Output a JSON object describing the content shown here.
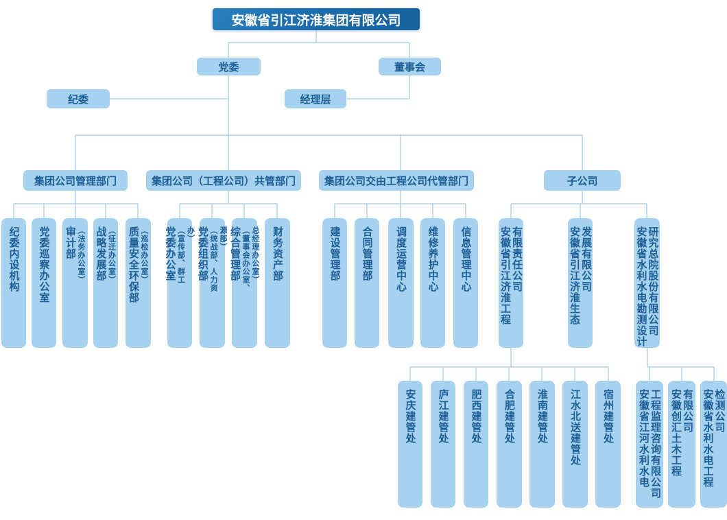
{
  "title": {
    "label": "安徽省引江济淮集团有限公司"
  },
  "top_nodes": {
    "party_committee": "党委",
    "board": "董事会",
    "discipline_committee": "纪委",
    "management": "经理层"
  },
  "branches": [
    {
      "header": "集团公司管理部门",
      "departments": [
        {
          "name": "纪委内设机构"
        },
        {
          "name": "党委巡察办公室"
        },
        {
          "name": "审计部",
          "annotation": "（法务办公室）"
        },
        {
          "name": "战略发展部",
          "annotation": "（征迁办公室）"
        },
        {
          "name": "质量安全环保部",
          "annotation": "（巡检办公室）"
        }
      ]
    },
    {
      "header": "集团公司（工程公司）共管部门",
      "departments": [
        {
          "name": "党委办公室",
          "annotation": "（宣传部、群工办）"
        },
        {
          "name": "党委组织部",
          "annotation": "（统战部、人力资源部）"
        },
        {
          "name": "综合管理部",
          "annotation": "（董事会办公室、总经理办公室）"
        },
        {
          "name": "财务资产部"
        }
      ]
    },
    {
      "header": "集团公司交由工程公司代管部门",
      "departments": [
        {
          "name": "建设管理部"
        },
        {
          "name": "合同管理部"
        },
        {
          "name": "调度运营中心"
        },
        {
          "name": "维修养护中心"
        },
        {
          "name": "信息管理中心"
        }
      ]
    },
    {
      "header": "子公司",
      "departments": [
        {
          "name": "安徽省引江济淮工程有限责任公司",
          "line1": "安徽省引江济淮工程",
          "line2": "有限责任公司"
        },
        {
          "name": "安徽省引江济淮生态发展有限公司",
          "line1": "安徽省引江济淮生态",
          "line2": "发展有限公司"
        },
        {
          "name": "安徽省水利水电勘测设计研究总院股份有限公司",
          "line1": "安徽省水利水电勘测设计",
          "line2": "研究总院股份有限公司"
        }
      ]
    }
  ],
  "project_company_branches": [
    {
      "name": "安庆建管处"
    },
    {
      "name": "庐江建管处"
    },
    {
      "name": "肥西建管处"
    },
    {
      "name": "合肥建管处"
    },
    {
      "name": "淮南建管处"
    },
    {
      "name": "江水北送建管处"
    },
    {
      "name": "宿州建管处"
    }
  ],
  "survey_design_subsidiaries": [
    {
      "name": "安徽省江河水利水电工程监理咨询有限公司",
      "line1": "安徽省江河水利水电",
      "line2": "工程监理咨询有限公司"
    },
    {
      "name": "安徽创汇土木工程有限公司",
      "line1": "安徽创汇土木工程",
      "line2": "有限公司"
    },
    {
      "name": "安徽省水利水电工程检测公司",
      "line1": "安徽省水利水电工程",
      "line2": "检测公司"
    }
  ],
  "colors": {
    "title_bg": "#1a6cad",
    "title_text": "#ffffff",
    "node_bg": "#a6d2f0",
    "node_text": "#1c5d94",
    "connector": "#9fc8e8"
  }
}
